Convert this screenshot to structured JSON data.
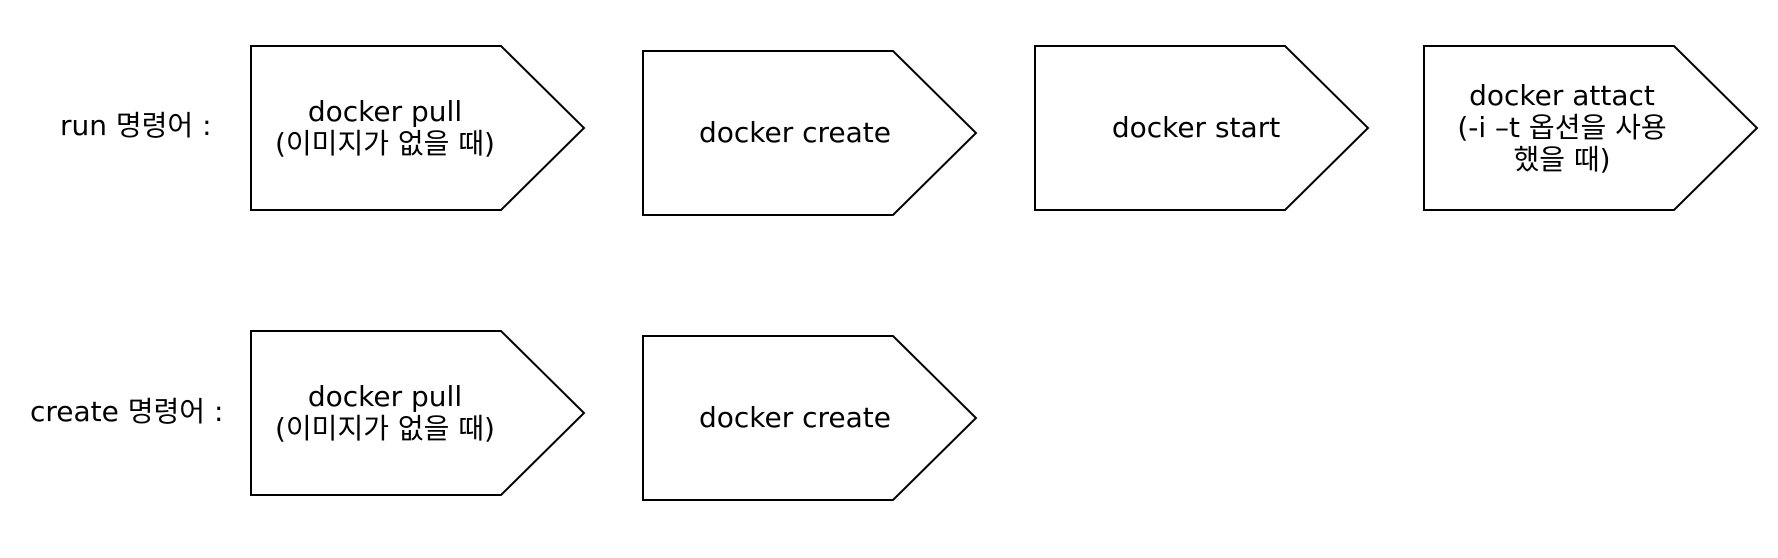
{
  "rows": [
    {
      "label": "run 명령어 :",
      "steps": [
        {
          "text": "docker pull\n(이미지가 없을 때)"
        },
        {
          "text": "docker create"
        },
        {
          "text": "docker start"
        },
        {
          "text": "docker attact\n(-i –t 옵션을 사용\n했을 때)"
        }
      ]
    },
    {
      "label": "create 명령어 :",
      "steps": [
        {
          "text": "docker pull\n(이미지가 없을 때)"
        },
        {
          "text": "docker create"
        }
      ]
    }
  ],
  "colors": {
    "stroke": "#000000",
    "fill": "#ffffff",
    "text": "#000000"
  }
}
